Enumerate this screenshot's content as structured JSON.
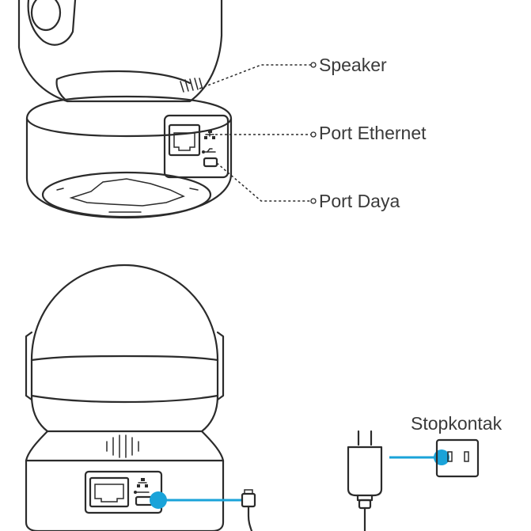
{
  "labels": {
    "speaker": "Speaker",
    "ethernet": "Port Ethernet",
    "power": "Port Daya",
    "outlet": "Stopkontak"
  },
  "colors": {
    "line": "#2b2b2b",
    "accent": "#1aa3d9",
    "text": "#3a3a3a"
  },
  "icons": [
    "ethernet-port-icon",
    "usb-icon",
    "speaker-grille-icon",
    "power-adapter-icon",
    "wall-outlet-icon",
    "micro-usb-plug-icon"
  ]
}
